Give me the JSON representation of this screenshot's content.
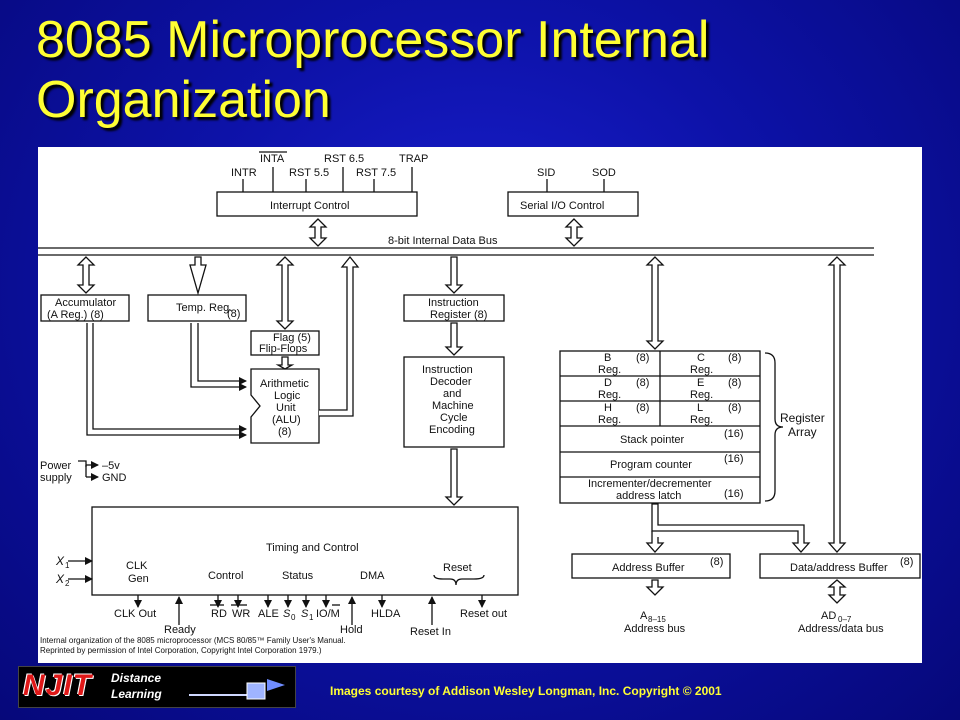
{
  "slide": {
    "title_line1": "8085 Microprocessor Internal",
    "title_line2": "Organization",
    "credit": "Images courtesy of Addison Wesley Longman, Inc. Copyright © 2001",
    "logo_text": "NJIT",
    "logo_sub1": "Distance",
    "logo_sub2": "Learning"
  },
  "diagram": {
    "interrupt_control": "Interrupt Control",
    "serial_io_control": "Serial I/O Control",
    "data_bus": "8-bit Internal Data Bus",
    "intr": "INTR",
    "inta": "INTA",
    "rst55": "RST 5.5",
    "rst65": "RST 6.5",
    "rst75": "RST 7.5",
    "trap": "TRAP",
    "sid": "SID",
    "sod": "SOD",
    "accumulator_1": "Accumulator",
    "accumulator_2": "(A Reg.) (8)",
    "temp_reg": "Temp. Reg.",
    "temp_reg_size": "(8)",
    "flag_1": "Flag (5)",
    "flag_2": "Flip-Flops",
    "alu_1": "Arithmetic",
    "alu_2": "Logic",
    "alu_3": "Unit",
    "alu_4": "(ALU)",
    "alu_5": "(8)",
    "ir_1": "Instruction",
    "ir_2": "Register   (8)",
    "dec_1": "Instruction",
    "dec_2": "Decoder",
    "dec_3": "and",
    "dec_4": "Machine",
    "dec_5": "Cycle",
    "dec_6": "Encoding",
    "b_reg_1": "B",
    "b_reg_2": "Reg.",
    "c_reg_1": "C",
    "c_reg_2": "Reg.",
    "d_reg_1": "D",
    "d_reg_2": "Reg.",
    "e_reg_1": "E",
    "e_reg_2": "Reg.",
    "h_reg_1": "H",
    "h_reg_2": "Reg.",
    "l_reg_1": "L",
    "l_reg_2": "Reg.",
    "size8": "(8)",
    "size16": "(16)",
    "stack_pointer": "Stack pointer",
    "program_counter": "Program counter",
    "incdec_1": "Incrementer/decrementer",
    "incdec_2": "address latch",
    "register_array_1": "Register",
    "register_array_2": "Array",
    "power_1": "Power",
    "power_2": "supply",
    "minus5v": "–5v",
    "gnd": "GND",
    "timing_control": "Timing and Control",
    "x1": "X",
    "x1_sub": "1",
    "x2": "X",
    "x2_sub": "2",
    "clk_gen_1": "CLK",
    "clk_gen_2": "Gen",
    "control": "Control",
    "status": "Status",
    "dma": "DMA",
    "reset": "Reset",
    "clk_out": "CLK Out",
    "ready": "Ready",
    "rd": "RD",
    "wr": "WR",
    "ale": "ALE",
    "s0": "S",
    "s0_sub": "0",
    "s1": "S",
    "s1_sub": "1",
    "iom": "IO/M",
    "hlda": "HLDA",
    "hold": "Hold",
    "reset_in": "Reset In",
    "reset_out": "Reset out",
    "address_buffer": "Address Buffer",
    "data_address_buffer": "Data/address Buffer",
    "a815": "A",
    "a815_sub": "8–15",
    "address_bus": "Address bus",
    "ad07": "AD",
    "ad07_sub": "0–7",
    "address_data_bus": "Address/data bus",
    "caption_1": "Internal organization of the 8085 microprocessor (MCS 80/85™ Family User's Manual.",
    "caption_2": "Reprinted by permission of Intel Corporation, Copyright Intel Corporation 1979.)"
  }
}
